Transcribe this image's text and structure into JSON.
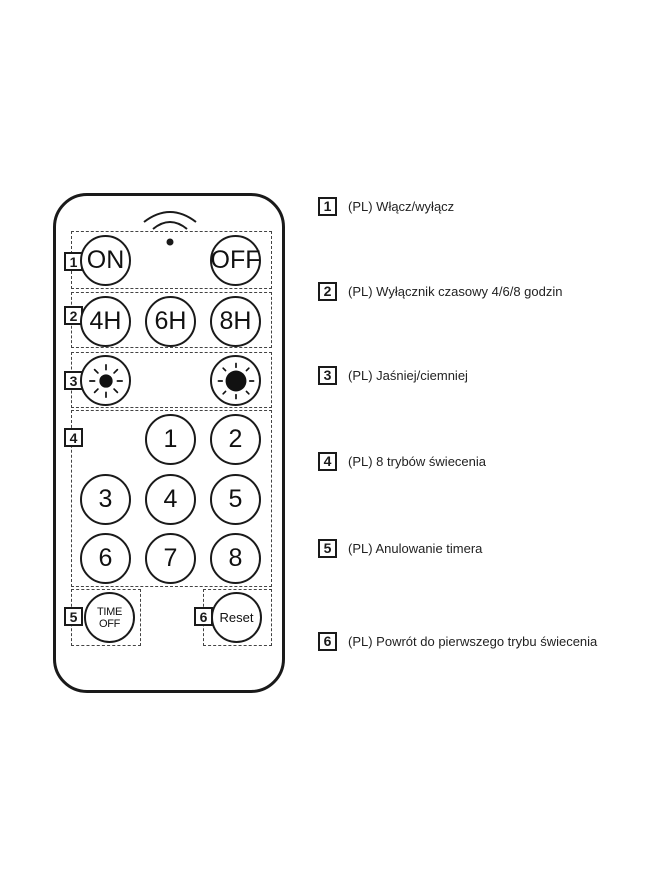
{
  "remote": {
    "buttons": {
      "on": "ON",
      "off": "OFF",
      "h4": "4H",
      "h6": "6H",
      "h8": "8H",
      "m1": "1",
      "m2": "2",
      "m3": "3",
      "m4": "4",
      "m5": "5",
      "m6": "6",
      "m7": "7",
      "m8": "8",
      "time_off": "TIME OFF",
      "reset": "Reset"
    },
    "zone_tags": [
      "1",
      "2",
      "3",
      "4",
      "5",
      "6"
    ]
  },
  "legend": [
    {
      "number": "1",
      "text": "(PL) Włącz/wyłącz"
    },
    {
      "number": "2",
      "text": "(PL) Wyłącznik czasowy 4/6/8 godzin"
    },
    {
      "number": "3",
      "text": "(PL) Jaśniej/ciemniej"
    },
    {
      "number": "4",
      "text": "(PL) 8 trybów świecenia"
    },
    {
      "number": "5",
      "text": "(PL) Anulowanie timera"
    },
    {
      "number": "6",
      "text": "(PL) Powrót do pierwszego trybu świecenia"
    }
  ],
  "icons": {
    "brighter": "sun-small-core-icon",
    "dimmer": "sun-large-core-icon",
    "signal": "ir-signal-icon"
  }
}
